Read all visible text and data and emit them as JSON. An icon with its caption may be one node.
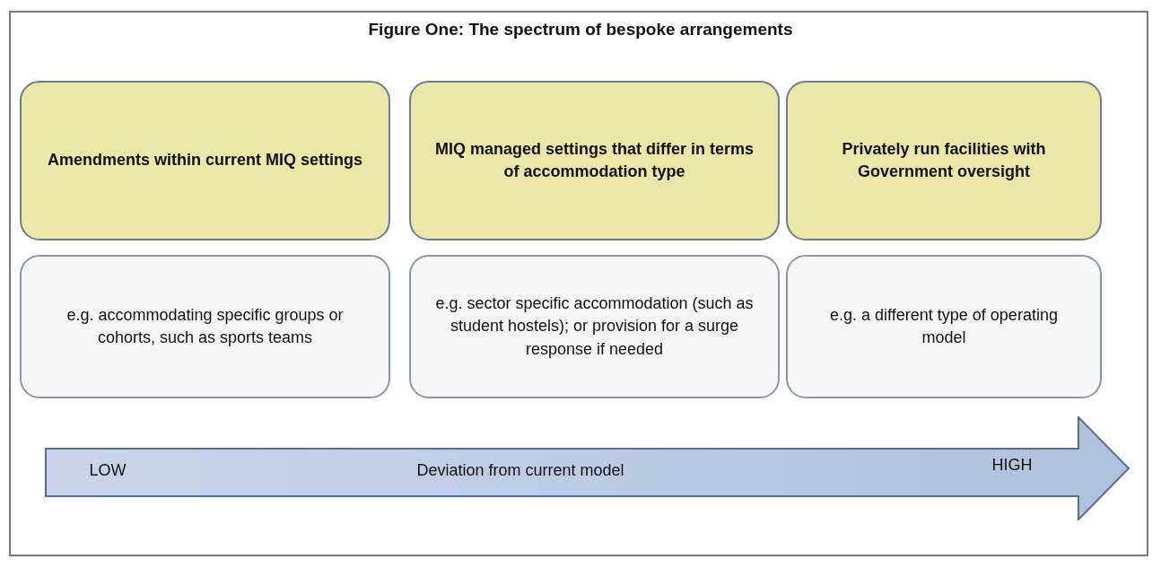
{
  "diagram": {
    "title": "Figure One: The spectrum of bespoke arrangements",
    "nodes": [
      {
        "text": [
          "Amendments within current MIQ settings"
        ]
      },
      {
        "text": [
          "MIQ managed settings that differ in terms of accommodation type"
        ]
      },
      {
        "text": [
          "Privately run facilities with Government oversight"
        ]
      },
      {
        "text": [
          "e.g. accommodating specific groups or cohorts, such as sports teams"
        ]
      },
      {
        "text": [
          "e.g. sector specific accommodation (such as student hostels); or provision for a surge response if needed"
        ]
      },
      {
        "text": [
          "e.g. a different type of operating model"
        ]
      },
      {
        "text": [
          "LOW",
          "Deviation from current model",
          "HIGH"
        ]
      }
    ]
  }
}
